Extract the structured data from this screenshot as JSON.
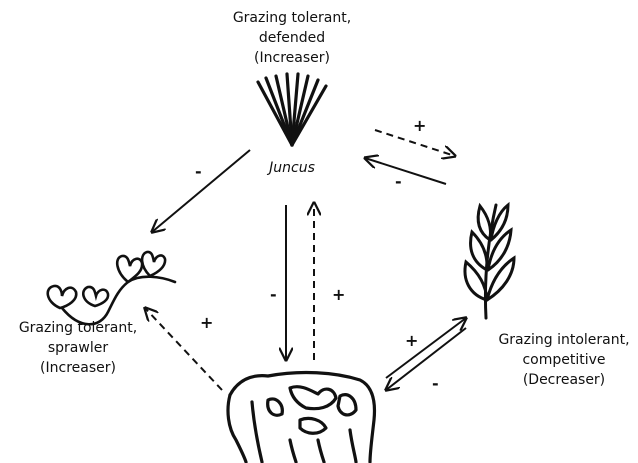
{
  "nodes": {
    "top": {
      "line1": "Grazing tolerant,",
      "line2": "defended",
      "line3": "(Increaser)",
      "species": "Juncus",
      "icon": "rush-tuft-icon"
    },
    "left": {
      "line1": "Grazing tolerant,",
      "line2": "sprawler",
      "line3": "(Increaser)",
      "icon": "clover-sprawler-icon"
    },
    "right": {
      "line1": "Grazing intolerant,",
      "line2": "competitive",
      "line3": "(Decreaser)",
      "icon": "grass-stalk-icon"
    },
    "bottom": {
      "icon": "cow-icon"
    }
  },
  "signs": {
    "top_right_dashed": "+",
    "right_to_top_solid": "-",
    "top_to_left_solid": "-",
    "cow_to_left_dashed": "+",
    "top_to_cow_solid": "-",
    "cow_to_top_dashed": "+",
    "cow_to_right": "+",
    "right_to_cow": "-"
  },
  "colors": {
    "ink": "#111111",
    "background": "#ffffff"
  }
}
